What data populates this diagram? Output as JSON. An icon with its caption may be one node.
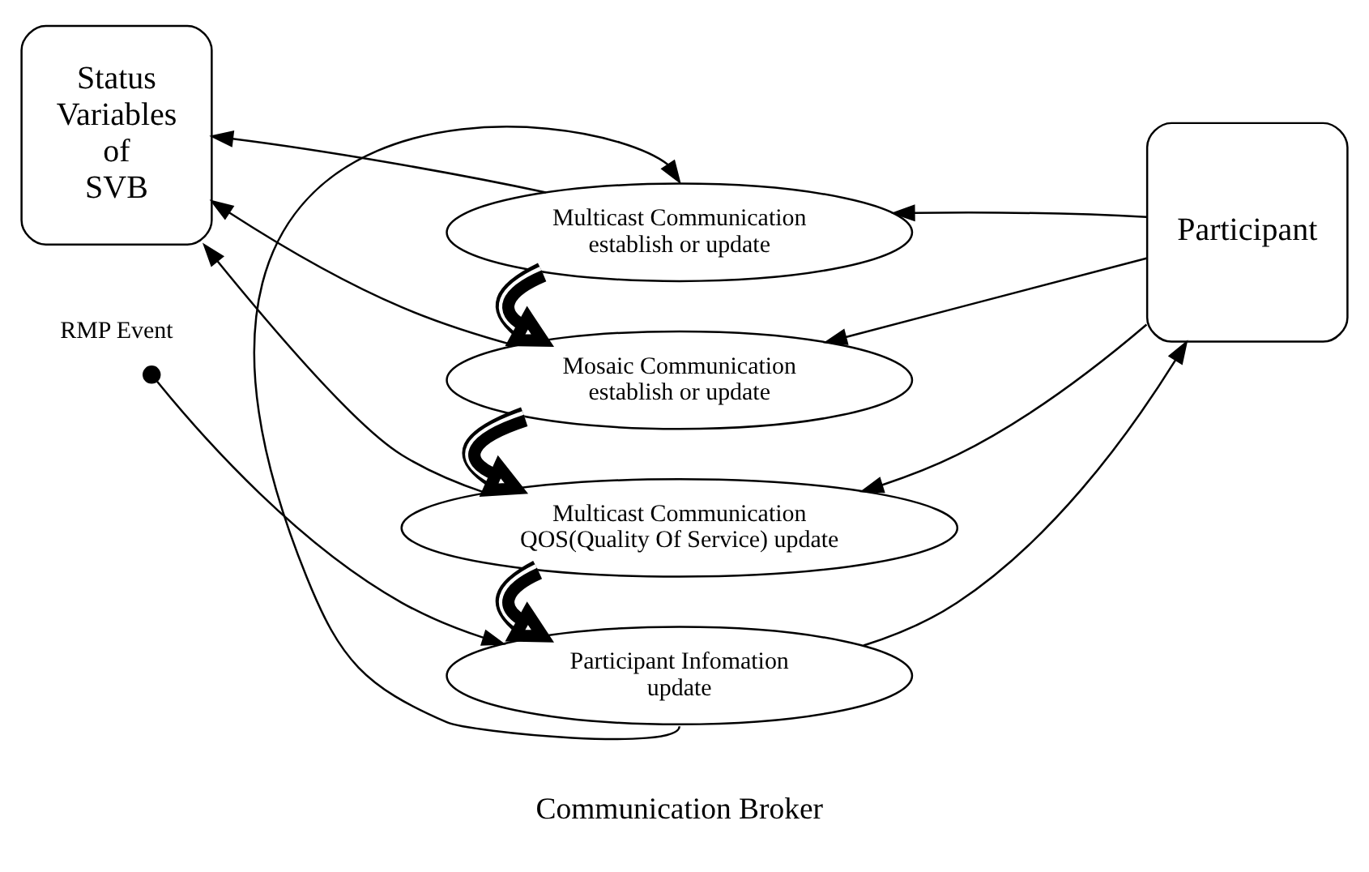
{
  "diagram": {
    "nodes": [
      {
        "text": [
          "Status Variables of SVB"
        ]
      },
      {
        "text": [
          "Multicast Communication establish or update"
        ]
      },
      {
        "text": [
          "Mosaic Communication establish or update"
        ]
      },
      {
        "text": [
          "Multicast Communication QOS(Quality Of Service) update"
        ]
      },
      {
        "text": [
          "Participant Infomation update"
        ]
      },
      {
        "text": [
          "Participant"
        ]
      },
      {
        "text": [
          "RMP Event"
        ]
      }
    ],
    "edges": [
      {
        "from": 1,
        "to": 0,
        "arrow": "to"
      },
      {
        "from": 2,
        "to": 0,
        "arrow": "to"
      },
      {
        "from": 3,
        "to": 0,
        "arrow": "to"
      },
      {
        "from": 5,
        "to": 1,
        "arrow": "to"
      },
      {
        "from": 5,
        "to": 2,
        "arrow": "to"
      },
      {
        "from": 5,
        "to": 3,
        "arrow": "to"
      },
      {
        "from": 4,
        "to": 5,
        "arrow": "to"
      },
      {
        "from": 6,
        "to": 4,
        "arrow": "to"
      },
      {
        "from": 1,
        "to": 2,
        "arrow": "to",
        "style": "thick"
      },
      {
        "from": 2,
        "to": 3,
        "arrow": "to",
        "style": "thick"
      },
      {
        "from": 3,
        "to": 4,
        "arrow": "to",
        "style": "thick"
      },
      {
        "from": 4,
        "to": 1,
        "arrow": "to"
      }
    ],
    "labels": [
      "Communication Broker"
    ]
  }
}
